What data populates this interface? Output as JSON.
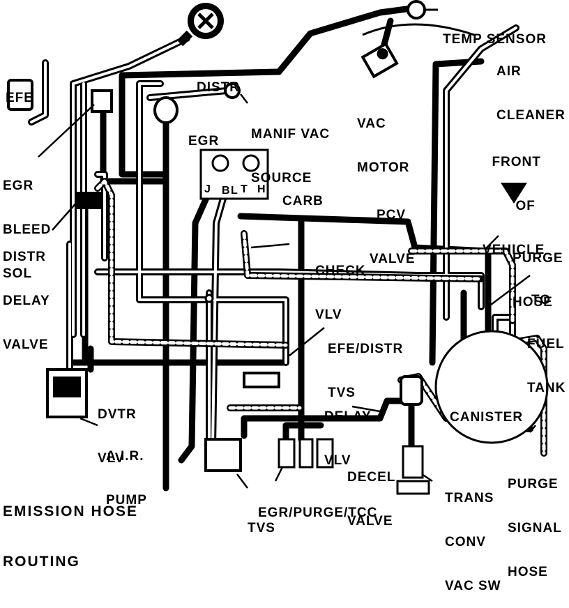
{
  "diagram": {
    "title": [
      "EMISSION HOSE",
      "ROUTING"
    ],
    "labels": {
      "temp_sensor": [
        "TEMP SENSOR"
      ],
      "distr": [
        "DISTR"
      ],
      "air_cleaner": [
        "AIR",
        "CLEANER"
      ],
      "efe": [
        "EFE"
      ],
      "vac_motor": [
        "VAC",
        "MOTOR"
      ],
      "manif_vac_source": [
        "MANIF VAC",
        "SOURCE"
      ],
      "egr": [
        "EGR"
      ],
      "front_of_vehicle": [
        "FRONT",
        "OF",
        "VEHICLE"
      ],
      "carb": [
        "CARB"
      ],
      "egr_bleed_sol": [
        "EGR",
        "BLEED",
        "SOL"
      ],
      "pcv_valve": [
        "PCV",
        "VALVE"
      ],
      "distr_delay_valve": [
        "DISTR",
        "DELAY",
        "VALVE"
      ],
      "check_vlv": [
        "CHECK",
        "VLV"
      ],
      "purge_hose": [
        "PURGE",
        "HOSE"
      ],
      "to_fuel_tank": [
        "TO",
        "FUEL",
        "TANK"
      ],
      "efe_distr_tvs": [
        "EFE/DISTR",
        "TVS"
      ],
      "dvtr_vlv": [
        "DVTR",
        "VLV"
      ],
      "canister": [
        "CANISTER"
      ],
      "delay_vlv": [
        "DELAY",
        "VLV"
      ],
      "air_pump": [
        "A.I.R.",
        "PUMP"
      ],
      "decel_valve": [
        "DECEL",
        "VALVE"
      ],
      "purge_signal_hose": [
        "PURGE",
        "SIGNAL",
        "HOSE"
      ],
      "trans_conv_vac_sw": [
        "TRANS",
        "CONV",
        "VAC SW"
      ],
      "egr_purge_tcc": [
        "EGR/PURGE/TCC"
      ],
      "tvs": [
        "TVS"
      ],
      "carb_ports": [
        "J",
        "B",
        "L",
        "T",
        "H"
      ]
    }
  }
}
